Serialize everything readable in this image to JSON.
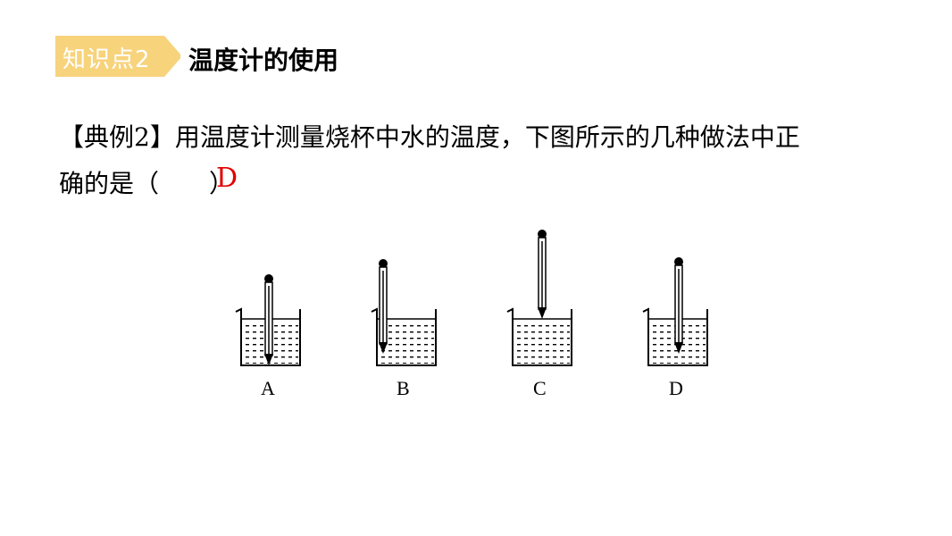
{
  "section": {
    "tag": "知识点2",
    "title": "温度计的使用",
    "tag_color": "#F7D37C"
  },
  "question": {
    "line1": "【典例2】用温度计测量烧杯中水的温度，下图所示的几种做法中正",
    "line2": "确的是（　　）"
  },
  "answer": {
    "text": "D",
    "color": "#E00000"
  },
  "figure": {
    "labels": [
      "A",
      "B",
      "C",
      "D"
    ]
  }
}
